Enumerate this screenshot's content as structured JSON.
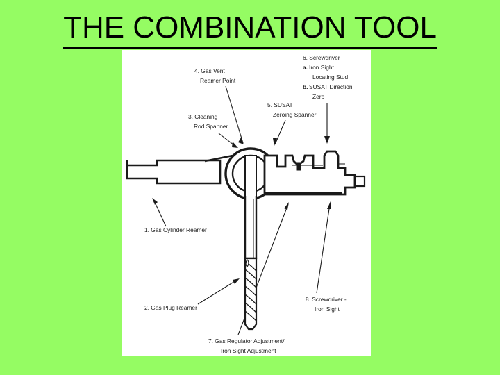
{
  "slide": {
    "title": "THE COMBINATION TOOL",
    "background_color": "#95FC63",
    "title_color": "#000000"
  },
  "figure": {
    "panel_background": "#FFFFFF",
    "line_color": "#1a1a1a",
    "alt": "Line drawing of the SA80 combination tool with numbered part callouts",
    "labels": [
      {
        "id": "label-1",
        "lines": [
          "1. Gas Cylinder Reamer"
        ]
      },
      {
        "id": "label-2",
        "lines": [
          "2. Gas Plug Reamer"
        ]
      },
      {
        "id": "label-3",
        "lines": [
          "3. Cleaning",
          "Rod Spanner"
        ]
      },
      {
        "id": "label-4",
        "lines": [
          "4. Gas Vent",
          "Reamer Point"
        ]
      },
      {
        "id": "label-5",
        "lines": [
          "5. SUSAT",
          "Zeroing Spanner"
        ]
      },
      {
        "id": "label-6",
        "lines": [
          "6. Screwdriver",
          "a. Iron Sight",
          "Locating Stud",
          "b. SUSAT Direction",
          "Zero"
        ]
      },
      {
        "id": "label-7",
        "lines": [
          "7. Gas Regulator Adjustment/",
          "Iron Sight Adjustment"
        ]
      },
      {
        "id": "label-8",
        "lines": [
          "8. Screwdriver -",
          "Iron Sight"
        ]
      }
    ],
    "label_text": {
      "l1": "1. Gas Cylinder Reamer",
      "l2": "2. Gas Plug Reamer",
      "l3a": "3. Cleaning",
      "l3b": "Rod Spanner",
      "l4a": "4. Gas Vent",
      "l4b": "Reamer Point",
      "l5a": "5. SUSAT",
      "l5b": "Zeroing Spanner",
      "l6a": "6. Screwdriver",
      "l6b": "a.",
      "l6b2": "Iron Sight",
      "l6c": "Locating Stud",
      "l6d": "b.",
      "l6d2": "SUSAT Direction",
      "l6e": "Zero",
      "l7a": "7. Gas Regulator Adjustment/",
      "l7b": "Iron Sight Adjustment",
      "l8a": "8. Screwdriver -",
      "l8b": "Iron Sight"
    }
  }
}
